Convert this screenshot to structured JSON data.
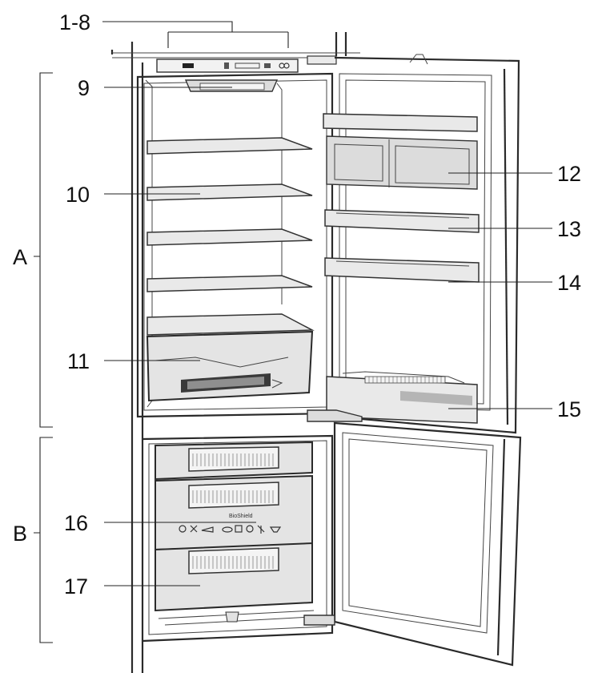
{
  "labels": {
    "top": "1-8",
    "n9": "9",
    "n10": "10",
    "n11": "11",
    "n12": "12",
    "n13": "13",
    "n14": "14",
    "n15": "15",
    "n16": "16",
    "n17": "17",
    "a": "A",
    "b": "B"
  },
  "drawer_brand": "BioShield"
}
